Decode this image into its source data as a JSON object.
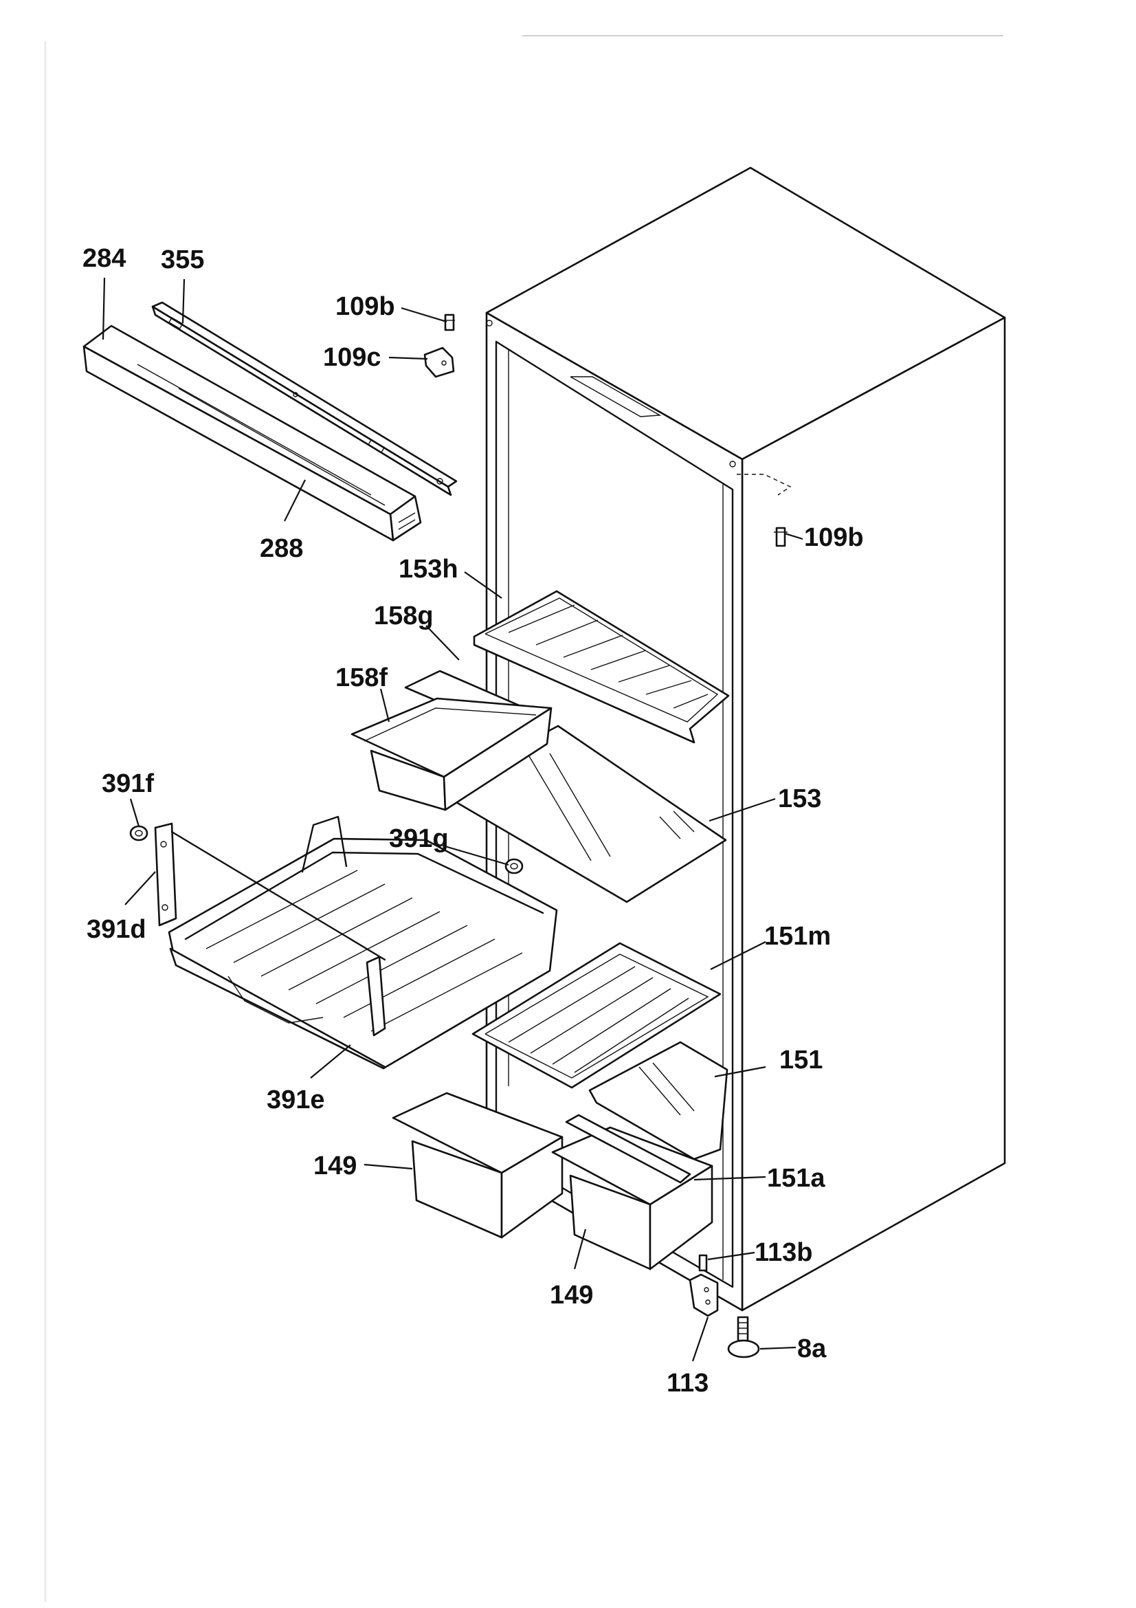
{
  "diagram": {
    "labels": [
      {
        "id": "284",
        "text": "284"
      },
      {
        "id": "355",
        "text": "355"
      },
      {
        "id": "288",
        "text": "288"
      },
      {
        "id": "109b-top",
        "text": "109b"
      },
      {
        "id": "109c",
        "text": "109c"
      },
      {
        "id": "109b-side",
        "text": "109b"
      },
      {
        "id": "153h",
        "text": "153h"
      },
      {
        "id": "158g",
        "text": "158g"
      },
      {
        "id": "158f",
        "text": "158f"
      },
      {
        "id": "153",
        "text": "153"
      },
      {
        "id": "391f",
        "text": "391f"
      },
      {
        "id": "391g",
        "text": "391g"
      },
      {
        "id": "391d",
        "text": "391d"
      },
      {
        "id": "151m",
        "text": "151m"
      },
      {
        "id": "151",
        "text": "151"
      },
      {
        "id": "391e",
        "text": "391e"
      },
      {
        "id": "149-left",
        "text": "149"
      },
      {
        "id": "151a",
        "text": "151a"
      },
      {
        "id": "113b",
        "text": "113b"
      },
      {
        "id": "149-bottom",
        "text": "149"
      },
      {
        "id": "8a",
        "text": "8a"
      },
      {
        "id": "113",
        "text": "113"
      }
    ]
  }
}
